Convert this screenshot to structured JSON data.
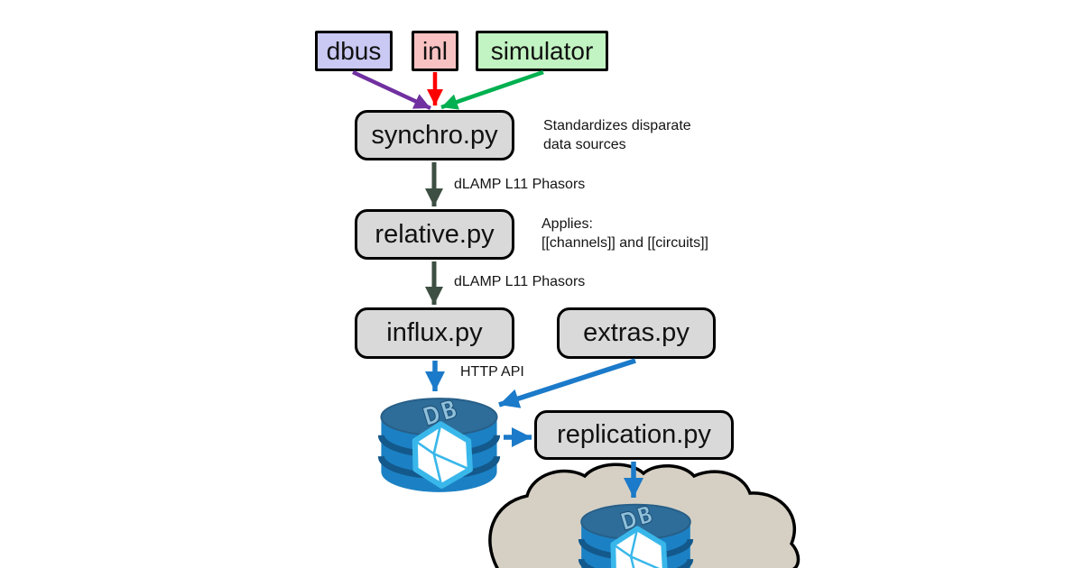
{
  "nodes": {
    "dbus": {
      "label": "dbus",
      "fill": "#c9c9f3"
    },
    "inl": {
      "label": "inl",
      "fill": "#f8c2c2"
    },
    "simulator": {
      "label": "simulator",
      "fill": "#c2f3c2"
    },
    "synchro": {
      "label": "synchro.py",
      "fill": "#d9d9d9"
    },
    "relative": {
      "label": "relative.py",
      "fill": "#d9d9d9"
    },
    "influx": {
      "label": "influx.py",
      "fill": "#d9d9d9"
    },
    "extras": {
      "label": "extras.py",
      "fill": "#d9d9d9"
    },
    "replication": {
      "label": "replication.py",
      "fill": "#d9d9d9"
    }
  },
  "annotations": {
    "synchro_note_line1": "Standardizes disparate",
    "synchro_note_line2": "data sources",
    "applies_line1": "Applies:",
    "applies_line2": "[[channels]] and [[circuits]]"
  },
  "edge_labels": {
    "synchro_to_relative": "dLAMP L11 Phasors",
    "relative_to_influx": "dLAMP L11 Phasors",
    "influx_to_db": "HTTP API"
  },
  "database": {
    "label": "DB"
  },
  "colors": {
    "arrow_purple": "#7030a0",
    "arrow_red": "#fe0000",
    "arrow_green": "#00b050",
    "arrow_dark": "#3d4f42",
    "arrow_blue": "#1b7ac9",
    "node_border": "#000000",
    "node_fill": "#d9d9d9",
    "cloud_fill": "#d6d0c4",
    "db_body": "#1b81c4",
    "db_top": "#2e6d99",
    "db_band": "#14598c",
    "db_gem_stroke": "#39b7ea"
  }
}
